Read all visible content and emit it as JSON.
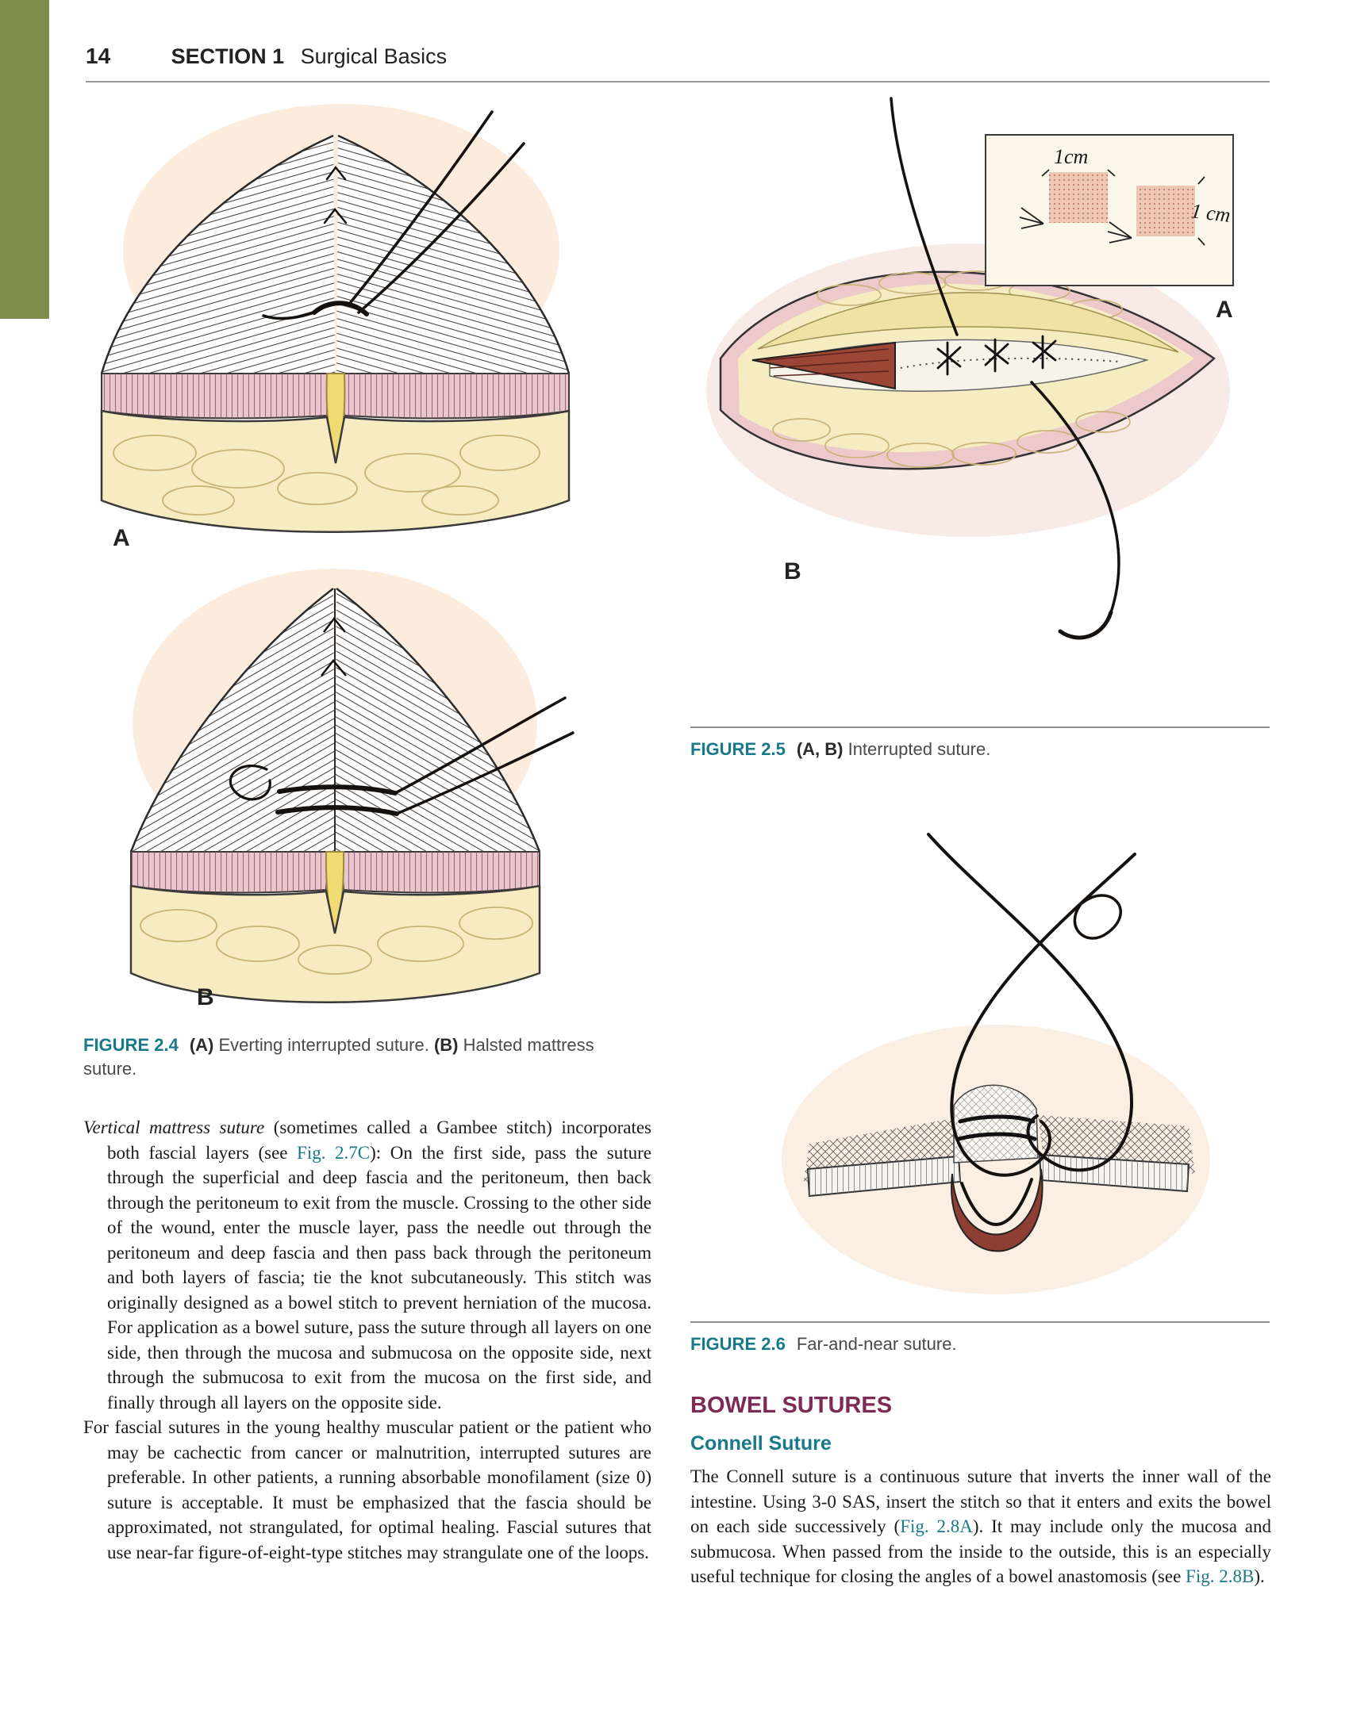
{
  "colors": {
    "accent_teal": "#17798a",
    "heading_maroon": "#7d2b55",
    "section_bar_olive": "#7e8c4c",
    "fat_yellow": "#f7ecc1",
    "tissue_pink": "#eac6ce",
    "muscle_red": "#9c4638"
  },
  "header": {
    "page_number": "14",
    "section_label": "SECTION 1",
    "section_title": "Surgical Basics"
  },
  "figures": {
    "fig24": {
      "label": "FIGURE 2.4",
      "a_label": "A",
      "b_label": "B",
      "cap_a": "(A)",
      "cap_a_text": " Everting interrupted suture. ",
      "cap_b": "(B)",
      "cap_b_text": " Halsted mattress suture."
    },
    "fig25": {
      "label": "FIGURE 2.5",
      "a_label": "A",
      "b_label": "B",
      "cap_bold": "(A, B)",
      "cap_text": " Interrupted suture.",
      "inset_label_top": "1cm",
      "inset_label_right": "1 cm"
    },
    "fig26": {
      "label": "FIGURE 2.6",
      "cap_text": "Far-and-near suture."
    }
  },
  "body": {
    "p1_lead": "Vertical mattress suture",
    "p1_t1": " (sometimes called a Gambee stitch) incorporates both fascial layers (see ",
    "p1_link1": "Fig. 2.7C",
    "p1_t2": "): On the first side, pass the suture through the superficial and deep fascia and the peritoneum, then back through the peritoneum to exit from the muscle. Crossing to the other side of the wound, enter the muscle layer, pass the needle out through the peritoneum and deep fascia and then pass back through the peritoneum and both layers of fascia; tie the knot subcutaneously. This stitch was originally designed as a bowel stitch to prevent herniation of the mucosa. For application as a bowel suture, pass the suture through all layers on one side, then through the mucosa and submucosa on the opposite side, next through the submucosa to exit from the mucosa on the first side, and finally through all layers on the opposite side.",
    "p2": "For fascial sutures in the young healthy muscular patient or the patient who may be cachectic from cancer or malnutrition, interrupted sutures are preferable. In other patients, a running absorbable monofilament (size 0) suture is acceptable. It must be emphasized that the fascia should be approximated, not strangulated, for optimal healing. Fascial sutures that use near-far figure-of-eight-type stitches may strangulate one of the loops."
  },
  "bowel": {
    "heading": "BOWEL SUTURES",
    "subheading": "Connell Suture",
    "p_t1": "The Connell suture is a continuous suture that inverts the inner wall of the intestine. Using 3-0 SAS, insert the stitch so that it enters and exits the bowel on each side successively (",
    "p_link1": "Fig. 2.8A",
    "p_t2": "). It may include only the mucosa and submucosa. When passed from the inside to the outside, this is an especially useful technique for closing the angles of a bowel anastomosis (see ",
    "p_link2": "Fig. 2.8B",
    "p_t3": ")."
  }
}
